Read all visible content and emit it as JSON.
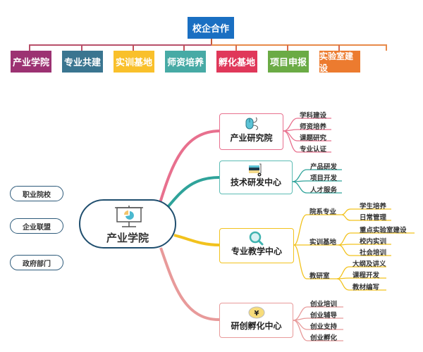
{
  "top": {
    "root": {
      "label": "校企合作",
      "color": "#1a6fc2"
    },
    "children": [
      {
        "label": "产业学院",
        "color": "#9c3272"
      },
      {
        "label": "专业共建",
        "color": "#3a7590"
      },
      {
        "label": "实训基地",
        "color": "#f9c02b"
      },
      {
        "label": "师资培养",
        "color": "#47aaa5"
      },
      {
        "label": "孵化基地",
        "color": "#e0385a"
      },
      {
        "label": "项目申报",
        "color": "#6bab45"
      },
      {
        "label": "实验室建设",
        "color": "#ec7b2f"
      }
    ]
  },
  "left_pills": [
    {
      "label": "职业院校"
    },
    {
      "label": "企业联盟"
    },
    {
      "label": "政府部门"
    }
  ],
  "center": {
    "label": "产业学院",
    "icon": "presentation-board-icon"
  },
  "branches": [
    {
      "label": "产业研究院",
      "icon": "mouse-icon",
      "color": "#e8708e",
      "leaves": [
        "学科建设",
        "师资培养",
        "课题研究",
        "专业认证"
      ]
    },
    {
      "label": "技术研发中心",
      "icon": "cart-icon",
      "color": "#2fa39a",
      "leaves": [
        "产品研发",
        "项目开发",
        "人才服务"
      ]
    },
    {
      "label": "专业教学中心",
      "icon": "magnifier-icon",
      "color": "#f2c21d",
      "groups": [
        {
          "label": "院系专业",
          "leaves": [
            "学生培养",
            "日常管理"
          ]
        },
        {
          "label": "实训基地",
          "leaves": [
            "重点实验室建设",
            "校内实训",
            "社会培训"
          ]
        },
        {
          "label": "教研室",
          "leaves": [
            "大纲及讲义",
            "课程开发",
            "教材编写"
          ]
        }
      ]
    },
    {
      "label": "研创孵化中心",
      "icon": "yen-coin-icon",
      "color": "#e89a9a",
      "leaves": [
        "创业培训",
        "创业辅导",
        "创业支持",
        "创业孵化"
      ]
    }
  ]
}
